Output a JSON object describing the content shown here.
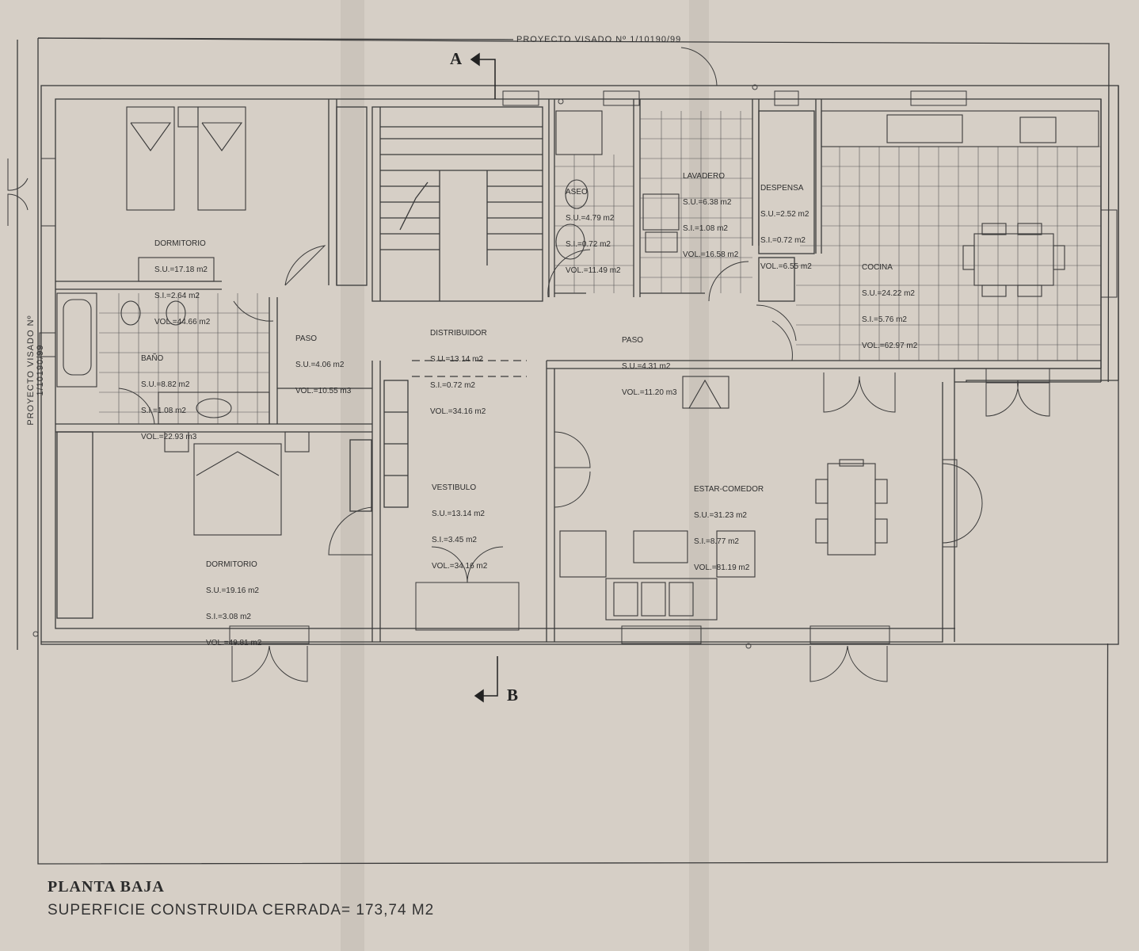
{
  "title": "PLANTA BAJA",
  "subtitle": "SUPERFICIE CONSTRUIDA CERRADA= 173,74 M2",
  "stamp": "PROYECTO VISADO Nº 1/10190/99",
  "stamp_side": "PROYECTO VISADO Nº 1/10190/99",
  "section_a": "A",
  "section_b": "B",
  "colors": {
    "paper": "#d6cfc6",
    "ink": "#2e2e2e",
    "wall": "#3a3a3a"
  },
  "rooms": [
    {
      "id": "dormitorio-1",
      "name": "DORMITORIO",
      "lines": [
        "S.U.=17.18 m2",
        "S.I.=2.64 m2",
        "VOL.=44.66 m2"
      ]
    },
    {
      "id": "bano",
      "name": "BAÑO",
      "lines": [
        "S.U.=8.82 m2",
        "S.I.=1.08 m2",
        "VOL.=22.93 m3"
      ]
    },
    {
      "id": "paso-1",
      "name": "PASO",
      "lines": [
        "S.U.=4.06 m2",
        "VOL.=10.55 m3"
      ]
    },
    {
      "id": "distribuidor",
      "name": "DISTRIBUIDOR",
      "lines": [
        "S.U.=13.14 m2",
        "S.I.=0.72 m2",
        "VOL.=34.16 m2"
      ]
    },
    {
      "id": "aseo",
      "name": "ASEO",
      "lines": [
        "S.U.=4.79 m2",
        "S.I.=0.72 m2",
        "VOL.=11.49 m2"
      ]
    },
    {
      "id": "lavadero",
      "name": "LAVADERO",
      "lines": [
        "S.U.=6.38 m2",
        "S.I.=1.08 m2",
        "VOL.=16.58 m2"
      ]
    },
    {
      "id": "despensa",
      "name": "DESPENSA",
      "lines": [
        "S.U.=2.52 m2",
        "S.I.=0.72 m2",
        "VOL.=6.55 m2"
      ]
    },
    {
      "id": "cocina",
      "name": "COCINA",
      "lines": [
        "S.U.=24.22 m2",
        "S.I.=5.76 m2",
        "VOL.=62.97 m2"
      ]
    },
    {
      "id": "paso-2",
      "name": "PASO",
      "lines": [
        "S.U.=4.31 m2",
        "VOL.=11.20 m3"
      ]
    },
    {
      "id": "dormitorio-2",
      "name": "DORMITORIO",
      "lines": [
        "S.U.=19.16 m2",
        "S.I.=3.08 m2",
        "VOL.=49.81 m2"
      ]
    },
    {
      "id": "vestibulo",
      "name": "VESTIBULO",
      "lines": [
        "S.U.=13.14 m2",
        "S.I.=3.45 m2",
        "VOL.=34.16 m2"
      ]
    },
    {
      "id": "estar-comedor",
      "name": "ESTAR-COMEDOR",
      "lines": [
        "S.U.=31.23 m2",
        "S.I.=8.77 m2",
        "VOL.=81.19 m2"
      ]
    }
  ]
}
